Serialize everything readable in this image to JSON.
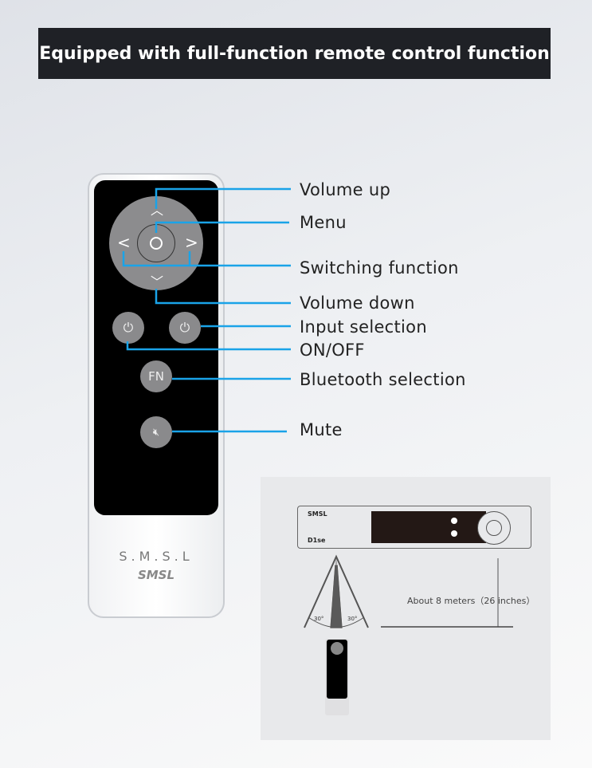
{
  "banner": {
    "title": "Equipped with full-function remote control function"
  },
  "remote": {
    "brand": "S.M.S.L",
    "logo": "SMSL",
    "fn_label": "FN"
  },
  "labels": {
    "volume_up": "Volume up",
    "menu": "Menu",
    "switching": "Switching function",
    "volume_down": "Volume down",
    "input": "Input selection",
    "onoff": "ON/OFF",
    "bluetooth": "Bluetooth selection",
    "mute": "Mute"
  },
  "diagram": {
    "device_model": "D1se",
    "device_logo": "SMSL",
    "distance": "About 8 meters（26 inches）",
    "angle_left": "30°",
    "angle_right": "30°"
  },
  "colors": {
    "accent": "#1aa3e8"
  }
}
